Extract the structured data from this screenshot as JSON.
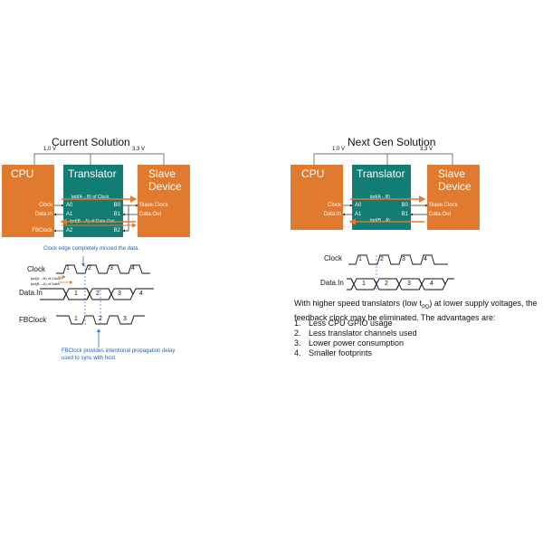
{
  "left": {
    "title": "Current Solution",
    "v1": "1.0 V",
    "v2": "3.3 V",
    "cpu": {
      "title": "CPU",
      "pins": [
        "Clock",
        "Data.In",
        "FBClock"
      ]
    },
    "translator": {
      "title": "Translator",
      "pins_left": [
        "A0",
        "A1",
        "A2"
      ],
      "pins_right": [
        "B0",
        "B1",
        "B2"
      ],
      "delay_top": "tpd(A→B) of Clock",
      "delay_mid": "tpd(B→A) of Data.Out",
      "delay_small_1": "tpd(A→B) of Clock+",
      "delay_small_2": "tpd(B→A) of Data"
    },
    "slave": {
      "title": "Slave Device",
      "pins": [
        "Slave.Clock",
        "Data.Out"
      ]
    },
    "note_top": "Clock edge completely missed the data.",
    "timing": {
      "clock_label": "Clock",
      "data_label": "Data.In",
      "fb_label": "FBClock",
      "clock_nums": [
        "1",
        "2",
        "3",
        "4"
      ],
      "data_nums": [
        "1",
        "2",
        "3",
        "4"
      ],
      "fb_nums": [
        "1",
        "2",
        "3"
      ]
    },
    "note_bottom": "FBClock provides intentional propagation delay used to sync with host"
  },
  "right": {
    "title": "Next Gen Solution",
    "v1": "1.0 V",
    "v2": "3.3 V",
    "cpu": {
      "title": "CPU",
      "pins": [
        "Clock",
        "Data.In"
      ]
    },
    "translator": {
      "title": "Translator",
      "pins_left": [
        "A0",
        "A1"
      ],
      "pins_right": [
        "B0",
        "B1"
      ],
      "delay_top": "tpd(A→B)",
      "delay_mid": "tpd(B→A)"
    },
    "slave": {
      "title": "Slave Device",
      "pins": [
        "Slave.Clock",
        "Data.Out"
      ]
    },
    "timing": {
      "clock_label": "Clock",
      "data_label": "Data.In",
      "clock_nums": [
        "1",
        "2",
        "3",
        "4"
      ],
      "data_nums": [
        "1",
        "2",
        "3",
        "4"
      ]
    },
    "paragraph_1": "With higher speed translators (low t",
    "paragraph_sub": "PD",
    "paragraph_2": ") at lower supply voltages, the feedback clock may be eliminated. The advantages are:",
    "advantages": [
      {
        "num": "1.",
        "text": "Less CPU GPIO usage"
      },
      {
        "num": "2.",
        "text": "Less translator channels used"
      },
      {
        "num": "3.",
        "text": "Lower power consumption"
      },
      {
        "num": "4.",
        "text": "Smaller footprints"
      }
    ]
  },
  "colors": {
    "orange": "#e07a2f",
    "teal": "#127d73",
    "note_blue": "#2565a8",
    "arrow_orange": "#e07a2f",
    "arrow_blue": "#2a6fc0"
  }
}
